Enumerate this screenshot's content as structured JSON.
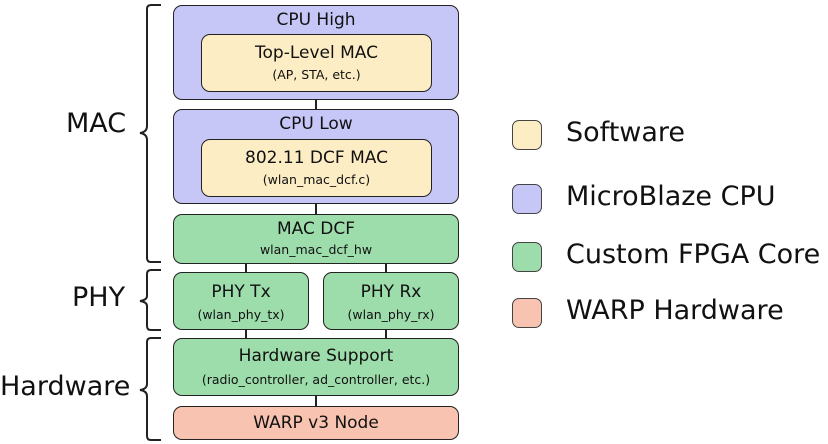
{
  "groups": {
    "mac": "MAC",
    "phy": "PHY",
    "hardware": "Hardware"
  },
  "blocks": {
    "cpu_high": "CPU High",
    "top_mac_title": "Top-Level MAC",
    "top_mac_sub": "(AP, STA, etc.)",
    "cpu_low": "CPU Low",
    "dcf_mac_title": "802.11 DCF MAC",
    "dcf_mac_sub": "(wlan_mac_dcf.c)",
    "mac_dcf_title": "MAC DCF",
    "mac_dcf_sub": "wlan_mac_dcf_hw",
    "phy_tx_title": "PHY Tx",
    "phy_tx_sub": "(wlan_phy_tx)",
    "phy_rx_title": "PHY Rx",
    "phy_rx_sub": "(wlan_phy_rx)",
    "hw_support_title": "Hardware Support",
    "hw_support_sub": "(radio_controller, ad_controller, etc.)",
    "warp_node": "WARP v3 Node"
  },
  "legend": [
    {
      "label": "Software",
      "color": "#fcedc4"
    },
    {
      "label": "MicroBlaze CPU",
      "color": "#c6c7f7"
    },
    {
      "label": "Custom FPGA Core",
      "color": "#9ddcab"
    },
    {
      "label": "WARP Hardware",
      "color": "#f8c3b0"
    }
  ]
}
